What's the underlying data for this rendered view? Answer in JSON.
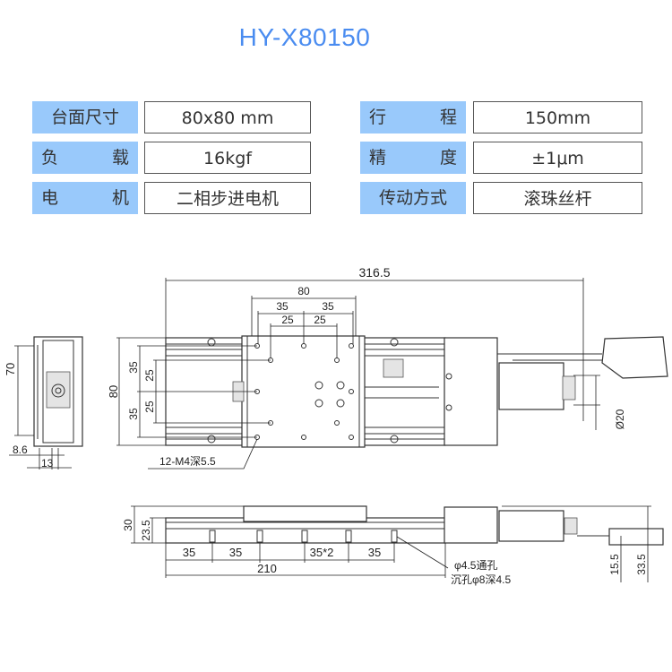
{
  "title": "HY-X80150",
  "specs": [
    {
      "label_chars": [
        "台面尺寸"
      ],
      "value": "80x80 mm"
    },
    {
      "label_chars": [
        "负",
        "载"
      ],
      "value": "16kgf"
    },
    {
      "label_chars": [
        "电",
        "机"
      ],
      "value": "二相步进电机"
    },
    {
      "label_chars": [
        "行",
        "程"
      ],
      "value": "150mm"
    },
    {
      "label_chars": [
        "精",
        "度"
      ],
      "value": "±1μm"
    },
    {
      "label_chars": [
        "传动方式"
      ],
      "value": "滚珠丝杆"
    }
  ],
  "colors": {
    "title": "#4a8cf0",
    "label_bg": "#99c9fb"
  },
  "drawing": {
    "top_view": {
      "overall_length": "316.5",
      "table_width": "80",
      "hole_span_outer_left": "35",
      "hole_span_outer_right": "35",
      "hole_span_inner_left": "25",
      "hole_span_inner_right": "25",
      "height": "80",
      "side_35_top": "35",
      "side_25_top": "25",
      "side_25_bottom": "25",
      "side_35_bottom": "35",
      "motor_diameter": "Ø20",
      "hole_note": "12-M4深5.5"
    },
    "end_view": {
      "height": "70",
      "offset": "8.6",
      "width": "13"
    },
    "side_view": {
      "height": "30",
      "rail_height": "23.5",
      "pitch_1": "35",
      "pitch_2": "35",
      "pitch_3": "35*2",
      "pitch_4": "35",
      "base_length": "210",
      "through_hole": "φ4.5通孔",
      "counterbore": "沉孔φ8深4.5",
      "motor_dim_1": "15.5",
      "motor_dim_2": "33.5"
    }
  }
}
